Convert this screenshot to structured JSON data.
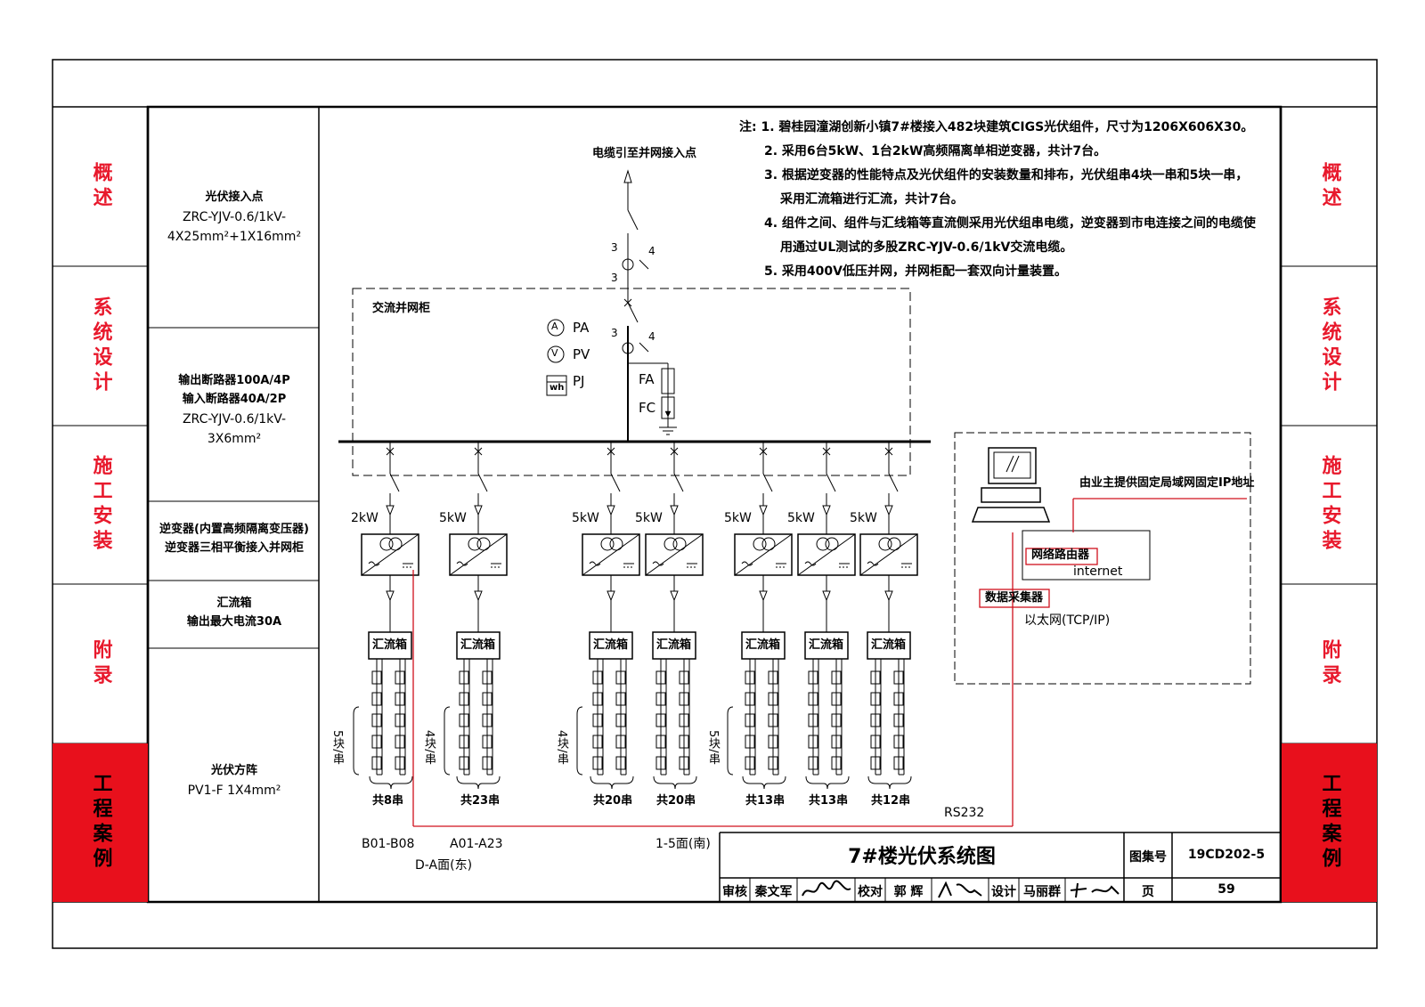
{
  "side_tabs": [
    "概述",
    "系统设计",
    "施工安装",
    "附录",
    "工程案例"
  ],
  "active_tab_index": 4,
  "colors": {
    "accent_red": "#e8101c",
    "tab_text_red": "#e8192c",
    "line_red": "#d0101c"
  },
  "left_column": [
    {
      "title": "光伏接入点",
      "lines": [
        "ZRC-YJV-0.6/1kV-",
        "4X25mm²+1X16mm²"
      ]
    },
    {
      "title": "输出断路器100A/4P",
      "lines": [
        "输入断路器40A/2P",
        "ZRC-YJV-0.6/1kV-",
        "3X6mm²"
      ]
    },
    {
      "title": "逆变器(内置高频隔离变压器)",
      "lines": [
        "逆变器三相平衡接入并网柜"
      ]
    },
    {
      "title": "汇流箱",
      "lines": [
        "输出最大电流30A"
      ]
    },
    {
      "title": "光伏方阵",
      "lines": [
        "PV1-F  1X4mm²"
      ]
    }
  ],
  "notes": [
    "注: 1. 碧桂园潼湖创新小镇7#楼接入482块建筑CIGS光伏组件，尺寸为1206X606X30。",
    "2. 采用6台5kW、1台2kW高频隔离单相逆变器，共计7台。",
    "3. 根据逆变器的性能特点及光伏组件的安装数量和排布，光伏组串4块一串和5块一串，",
    "采用汇流箱进行汇流，共计7台。",
    "4. 组件之间、组件与汇线箱等直流侧采用光伏组串电缆，逆变器到市电连接之间的电缆使",
    "用通过UL测试的多股ZRC-YJV-0.6/1kV交流电缆。",
    "5. 采用400V低压并网，并网柜配一套双向计量装置。"
  ],
  "diagram": {
    "cable_top_label": "电缆引至并网接入点",
    "cabinet_label": "交流并网柜",
    "meters": [
      {
        "symbol": "A",
        "label": "PA"
      },
      {
        "symbol": "V",
        "label": "PV"
      },
      {
        "symbol": "wh",
        "label": "PJ"
      }
    ],
    "fa_label": "FA",
    "fc_label": "FC",
    "switch_poles_top": "3",
    "switch_poles_mid": "4",
    "branches": [
      {
        "power": "2kW",
        "combiner": "汇流箱",
        "strings": "共8串"
      },
      {
        "power": "5kW",
        "combiner": "汇流箱",
        "strings": "共23串"
      },
      {
        "power": "5kW",
        "combiner": "汇流箱",
        "strings": "共20串"
      },
      {
        "power": "5kW",
        "combiner": "汇流箱",
        "strings": "共20串"
      },
      {
        "power": "5kW",
        "combiner": "汇流箱",
        "strings": "共13串"
      },
      {
        "power": "5kW",
        "combiner": "汇流箱",
        "strings": "共13串"
      },
      {
        "power": "5kW",
        "combiner": "汇流箱",
        "strings": "共12串"
      }
    ],
    "string_notes": [
      "5块/串",
      "4块/串",
      "4块/串",
      "5块/串"
    ],
    "bottom_labels": {
      "b": "B01-B08",
      "a": "A01-A23",
      "east": "D-A面(东)",
      "south": "1-5面(南)"
    },
    "rs232": "RS232",
    "network": {
      "ip_note": "由业主提供固定局域网固定IP地址",
      "router": "网络路由器",
      "internet": "internet",
      "collector": "数据采集器",
      "ethernet": "以太网(TCP/IP)"
    }
  },
  "title_block": {
    "title": "7#楼光伏系统图",
    "atlas_label": "图集号",
    "atlas_no": "19CD202-5",
    "review_label": "审核",
    "reviewer": "秦文军",
    "check_label": "校对",
    "checker": "郭  辉",
    "design_label": "设计",
    "designer": "马丽群",
    "page_label": "页",
    "page_no": "59"
  }
}
